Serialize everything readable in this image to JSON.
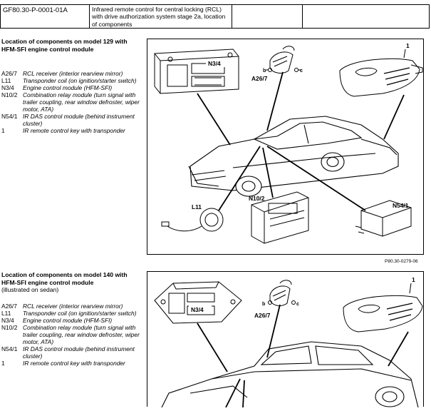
{
  "header": {
    "doc_id": "GF80.30-P-0001-01A",
    "description": "Infrared remote control for central locking (RCL) with drive authorization system stage 2a, location of components"
  },
  "section1": {
    "title": "Location of components on model 129 with HFM-SFI engine control module",
    "legend": [
      {
        "code": "A26/7",
        "text": "RCL receiver (interior rearview mirror)"
      },
      {
        "code": "L11",
        "text": "Transponder coil (on ignition/starter switch)"
      },
      {
        "code": "N3/4",
        "text": "Engine control module (HFM-SFI)"
      },
      {
        "code": "N10/2",
        "text": "Combination relay module (turn signal with trailer coupling, rear window defroster, wiper motor, ATA)"
      },
      {
        "code": "N54/1",
        "text": "IR DAS control module (behind instrument cluster)"
      },
      {
        "code": "1",
        "text": "IR remote control key with transponder"
      }
    ],
    "figure_ref": "P80.30-0279-06",
    "callouts": {
      "a26": "A26/7",
      "n34": "N3/4",
      "l11": "L11",
      "n102": "N10/2",
      "n541": "N54/1",
      "key": "1",
      "b": "b",
      "c": "c"
    }
  },
  "section2": {
    "title": "Location of components on model 140 with HFM-SFI engine control module",
    "subtitle": "(illustrated on sedan)",
    "legend": [
      {
        "code": "A26/7",
        "text": "RCL receiver (interior rearview mirror)"
      },
      {
        "code": "L11",
        "text": "Transponder coil (on ignition/starter switch)"
      },
      {
        "code": "N3/4",
        "text": "Engine control module (HFM-SFI)"
      },
      {
        "code": "N10/2",
        "text": "Combination relay module (turn signal with trailer coupling, rear window defroster, wiper motor, ATA)"
      },
      {
        "code": "N54/1",
        "text": "IR DAS control module (behind instrument cluster)"
      },
      {
        "code": "1",
        "text": "IR remote control key with transponder"
      }
    ],
    "callouts": {
      "a26": "A26/7",
      "n34": "N3/4",
      "key": "1",
      "b": "b",
      "c": "c"
    }
  }
}
